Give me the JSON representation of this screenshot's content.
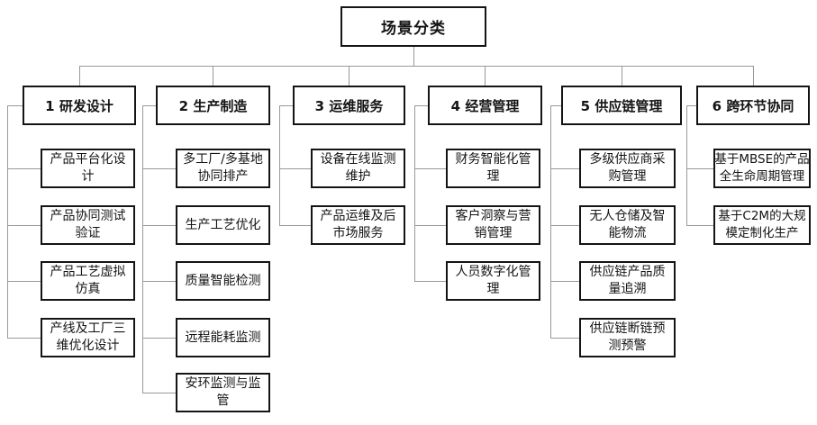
{
  "diagram": {
    "root_label": "场景分类",
    "columns": [
      {
        "header": "1 研发设计",
        "children": [
          "产品平台化设\n计",
          "产品协同测试\n验证",
          "产品工艺虚拟\n仿真",
          "产线及工厂三\n维优化设计"
        ]
      },
      {
        "header": "2 生产制造",
        "children": [
          "多工厂/多基地\n协同排产",
          "生产工艺优化",
          "质量智能检测",
          "远程能耗监测",
          "安环监测与监\n管"
        ]
      },
      {
        "header": "3 运维服务",
        "children": [
          "设备在线监测\n维护",
          "产品运维及后\n市场服务"
        ]
      },
      {
        "header": "4 经营管理",
        "children": [
          "财务智能化管\n理",
          "客户洞察与营\n销管理",
          "人员数字化管\n理"
        ]
      },
      {
        "header": "5 供应链管理",
        "children": [
          "多级供应商采\n购管理",
          "无人仓储及智\n能物流",
          "供应链产品质\n量追溯",
          "供应链断链预\n测预警"
        ]
      },
      {
        "header": "6 跨环节协同",
        "children": [
          "基于MBSE的产品\n全生命周期管理",
          "基于C2M的大规\n模定制化生产"
        ]
      }
    ],
    "colors": {
      "background": "#ffffff",
      "box_border": "#141414",
      "text": "#141414",
      "connector": "#999999"
    }
  }
}
